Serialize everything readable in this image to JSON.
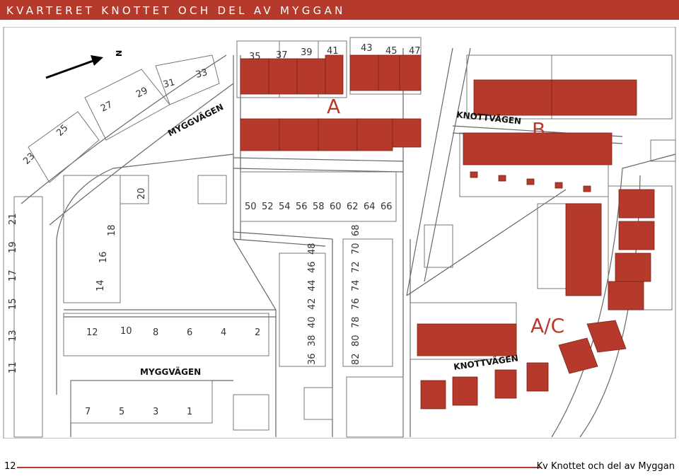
{
  "header": {
    "title": "KVARTERET KNOTTET OCH DEL AV MYGGAN"
  },
  "map": {
    "zone_labels": [
      "A",
      "B",
      "A/C"
    ],
    "streets": [
      "MYGGVÄGEN",
      "KNOTTVÄGEN",
      "MYGGVÄGEN",
      "KNOTTVÄGEN"
    ],
    "north_label": "N",
    "lot_numbers": {
      "top_row": [
        "35",
        "37",
        "39",
        "41",
        "43",
        "45",
        "47"
      ],
      "mid_row": [
        "50",
        "52",
        "54",
        "56",
        "58",
        "60",
        "62",
        "64",
        "66"
      ],
      "left_diag": [
        "23",
        "25",
        "27",
        "29",
        "31",
        "33"
      ],
      "column_a": [
        "36",
        "38",
        "40",
        "42",
        "44",
        "46",
        "48"
      ],
      "column_b": [
        "82",
        "80",
        "78",
        "76",
        "74",
        "72",
        "70",
        "68"
      ],
      "lower_row": [
        "12",
        "10",
        "8",
        "6",
        "4",
        "2"
      ],
      "bottom_row": [
        "7",
        "5",
        "3",
        "1"
      ],
      "left_col": [
        "20",
        "18",
        "16",
        "14"
      ],
      "far_left": [
        "21",
        "19",
        "17",
        "15",
        "13",
        "11"
      ]
    },
    "colors": {
      "accent": "#b63a2b",
      "building": "#b63a2b",
      "line": "#555555"
    }
  },
  "footer": {
    "page_number": "12",
    "title": "Kv Knottet och del av Myggan"
  }
}
